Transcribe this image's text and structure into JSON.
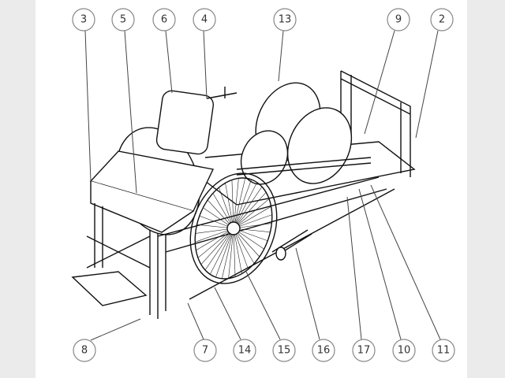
{
  "callouts_top": [
    {
      "id": "callout-3",
      "label": "3"
    },
    {
      "id": "callout-5",
      "label": "5"
    },
    {
      "id": "callout-6",
      "label": "6"
    },
    {
      "id": "callout-4",
      "label": "4"
    },
    {
      "id": "callout-13",
      "label": "13"
    },
    {
      "id": "callout-9",
      "label": "9"
    },
    {
      "id": "callout-2",
      "label": "2"
    }
  ],
  "callouts_bottom": [
    {
      "id": "callout-8",
      "label": "8"
    },
    {
      "id": "callout-7",
      "label": "7"
    },
    {
      "id": "callout-14",
      "label": "14"
    },
    {
      "id": "callout-15",
      "label": "15"
    },
    {
      "id": "callout-16",
      "label": "16"
    },
    {
      "id": "callout-17",
      "label": "17"
    },
    {
      "id": "callout-10",
      "label": "10"
    },
    {
      "id": "callout-11",
      "label": "11"
    }
  ],
  "colors": {
    "background": "#ebebeb",
    "sheet": "#ffffff",
    "line": "#111111"
  }
}
